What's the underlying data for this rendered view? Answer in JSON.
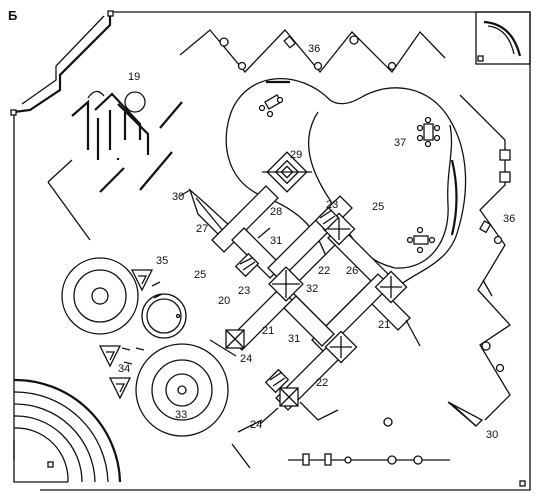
{
  "figure_letter": "Б",
  "labels": {
    "l19": "19",
    "l20": "20",
    "l21a": "21",
    "l21b": "21",
    "l22a": "22",
    "l22b": "22",
    "l23a": "23",
    "l23b": "23",
    "l24a": "24",
    "l24b": "24",
    "l25a": "25",
    "l25b": "25",
    "l26": "26",
    "l27": "27",
    "l28": "28",
    "l29": "29",
    "l30a": "30",
    "l30b": "30",
    "l31a": "31",
    "l31b": "31",
    "l32": "32",
    "l33": "33",
    "l34": "34",
    "l35": "35",
    "l36a": "36",
    "l36b": "36",
    "l37": "37"
  }
}
